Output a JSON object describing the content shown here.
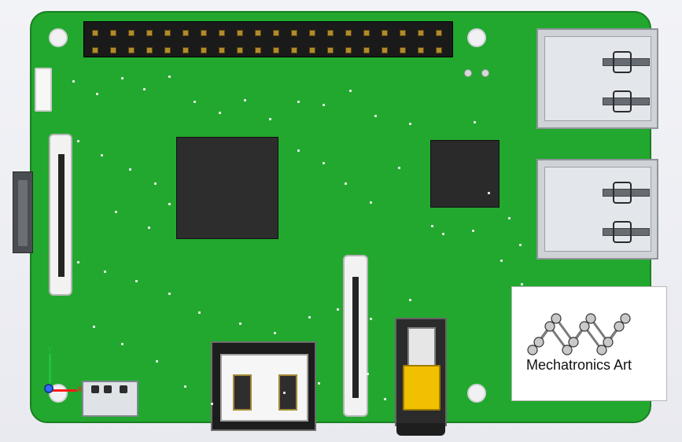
{
  "logo": {
    "text": "Mechatronics Art"
  },
  "axis": {
    "x_label": "X",
    "y_label": "Y"
  },
  "colors": {
    "board_green": "#22a82e",
    "logo_bg": "#ffffff"
  }
}
